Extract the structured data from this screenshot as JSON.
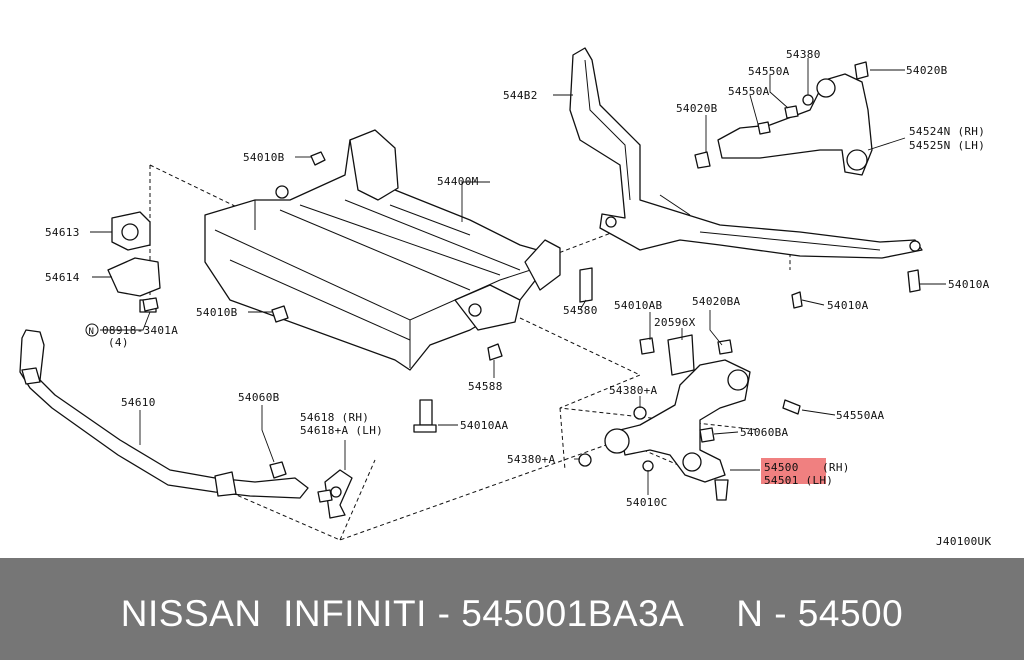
{
  "diagram": {
    "catalog_code": "J40100UK",
    "highlight_color": "#f08080",
    "labels": {
      "p54010b_top": "54010B",
      "p54400m": "54400M",
      "p54613": "54613",
      "p54614": "54614",
      "p08918": "08918-3401A",
      "p08918_qty": "(4)",
      "p54010b_mid": "54010B",
      "p54580": "54580",
      "p54588": "54588",
      "p54010aa": "54010AA",
      "p54610": "54610",
      "p54060b": "54060B",
      "p54618": "54618 (RH)",
      "p54618a": "54618+A (LH)",
      "p544b2": "544B2",
      "p54380": "54380",
      "p54550a_1": "54550A",
      "p54550a_2": "54550A",
      "p54020b_r": "54020B",
      "p54020b_l": "54020B",
      "p54524n": "54524N (RH)",
      "p54525n": "54525N (LH)",
      "p54010a_r": "54010A",
      "p54010a_m": "54010A",
      "p54010ab": "54010AB",
      "p54020ba": "54020BA",
      "p20596x": "20596X",
      "p54380a_1": "54380+A",
      "p54550aa": "54550AA",
      "p54060ba": "54060BA",
      "p54380a_2": "54380+A",
      "p54500": "54500",
      "p54500_rh": "(RH)",
      "p54501": "54501 (LH)",
      "p54010c": "54010C"
    }
  },
  "footer": {
    "title": "NISSAN  INFINITI - 545001BA3A     N - 54500"
  }
}
